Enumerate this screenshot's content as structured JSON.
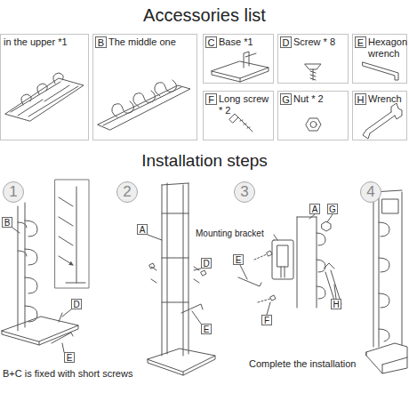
{
  "diagram": {
    "title": "Accessories list",
    "nodes": [
      {
        "text": [
          "in the upper *1"
        ]
      },
      {
        "text": [
          "The middle one"
        ]
      },
      {
        "text": [
          "B"
        ],
        "in": 1
      },
      {
        "text": [
          "Base *1"
        ]
      },
      {
        "text": [
          "C"
        ],
        "in": 3
      },
      {
        "text": [
          "Screw * 8"
        ]
      },
      {
        "text": [
          "D"
        ],
        "in": 5
      },
      {
        "text": [
          "Hexagon wrench"
        ]
      },
      {
        "text": [
          "E"
        ],
        "in": 7
      },
      {
        "text": [
          "Long screw * 2"
        ]
      },
      {
        "text": [
          "F"
        ],
        "in": 9
      },
      {
        "text": [
          "Nut * 2"
        ]
      },
      {
        "text": [
          "G"
        ],
        "in": 11
      },
      {
        "text": [
          "Wrench"
        ]
      },
      {
        "text": [
          "H"
        ],
        "in": 13
      },
      {
        "text": [
          "1"
        ]
      },
      {
        "text": [
          "B"
        ]
      },
      {
        "text": [
          "D"
        ]
      },
      {
        "text": [
          "E"
        ]
      },
      {
        "text": [
          "2"
        ]
      },
      {
        "text": [
          "A"
        ]
      },
      {
        "text": [
          "D"
        ]
      },
      {
        "text": [
          "E"
        ]
      },
      {
        "text": [
          "3"
        ]
      },
      {
        "text": [
          "A"
        ]
      },
      {
        "text": [
          "G"
        ]
      },
      {
        "text": [
          "E"
        ]
      },
      {
        "text": [
          "F"
        ]
      },
      {
        "text": [
          "H"
        ]
      },
      {
        "text": [
          "4"
        ]
      }
    ],
    "labels": [
      "Installation steps",
      "Mounting bracket",
      "B+C is fixed with short screws",
      "Complete the installation"
    ]
  }
}
